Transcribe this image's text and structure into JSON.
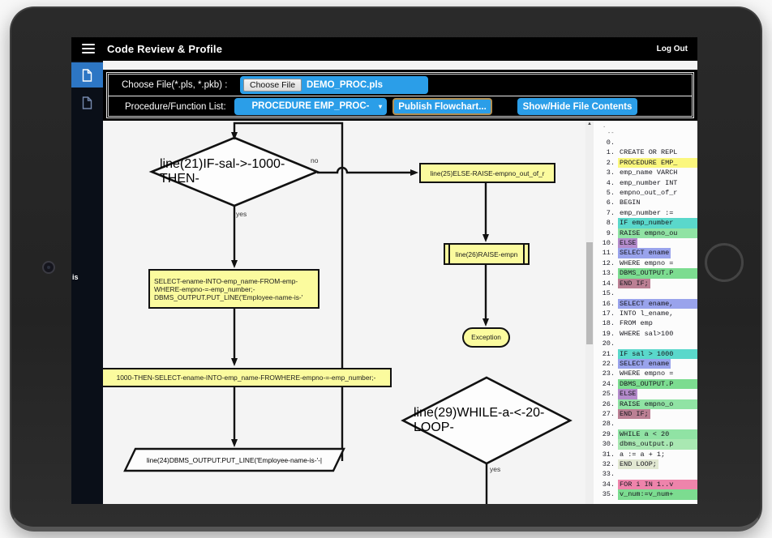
{
  "header": {
    "title": "Code Review & Profile",
    "logout_label": "Log Out"
  },
  "sidebar": {
    "clipped_label": "is"
  },
  "toolbar": {
    "file_row_label": "Choose File(*.pls, *.pkb) :",
    "choose_file_button": "Choose File",
    "file_name": "DEMO_PROC.pls",
    "proc_row_label": "Procedure/Function List:",
    "procedure_select_value": "PROCEDURE EMP_PROC-",
    "select_caret": "▾",
    "publish_button": "Publish Flowchart...",
    "toggle_button": "Show/Hide File Contents"
  },
  "flowchart": {
    "if_diamond": "line(21)IF-sal->-1000-THEN-",
    "no_label": "no",
    "yes_label_1": "yes",
    "yes_label_2": "yes",
    "else_box": "line(25)ELSE-RAISE-empno_out_of_r",
    "raise_box": "line(26)RAISE-empn",
    "exception_oval": "Exception",
    "while_diamond": "line(29)WHILE-a-<-20-LOOP-",
    "select_box": [
      "SELECT-ename-INTO-emp_name-FROM-emp-",
      "WHERE-empno-=-emp_number;-",
      "DBMS_OUTPUT.PUT_LINE('Employee-name-is-'"
    ],
    "wide_box": "1000-THEN-SELECT-ename-INTO-emp_name-FROWHERE-empno-=-emp_number;-",
    "output_parallelogram": "line(24)DBMS_OUTPUT.PUT_LINE('Employee-name-is-'-|"
  },
  "code_panel": {
    "fragments": [
      ".",
      "--"
    ],
    "scroll_up_arrow": "▲",
    "lines": [
      {
        "n": "0.",
        "text": "",
        "hl": null,
        "ext": false
      },
      {
        "n": "1.",
        "text": "CREATE OR REPL",
        "hl": null,
        "ext": false
      },
      {
        "n": "2.",
        "text": "PROCEDURE EMP_",
        "hl": "yellow",
        "ext": true
      },
      {
        "n": "3.",
        "text": "emp_name VARCH",
        "hl": null,
        "ext": false
      },
      {
        "n": "4.",
        "text": "emp_number INT",
        "hl": null,
        "ext": false
      },
      {
        "n": "5.",
        "text": "empno_out_of_r",
        "hl": null,
        "ext": false
      },
      {
        "n": "6.",
        "text": "BEGIN",
        "hl": null,
        "ext": false
      },
      {
        "n": "7.",
        "text": "emp_number :=",
        "hl": null,
        "ext": false
      },
      {
        "n": "8.",
        "text": "IF emp_number",
        "hl": "teal",
        "ext": true
      },
      {
        "n": "9.",
        "text": "RAISE empno_ou",
        "hl": "mint",
        "ext": true
      },
      {
        "n": "10.",
        "text": "ELSE",
        "hl": "purple",
        "ext": false
      },
      {
        "n": "11.",
        "text": "SELECT ename",
        "hl": "blue",
        "ext": false
      },
      {
        "n": "12.",
        "text": "WHERE empno =",
        "hl": null,
        "ext": false
      },
      {
        "n": "13.",
        "text": "DBMS_OUTPUT.P",
        "hl": "green",
        "ext": true
      },
      {
        "n": "14.",
        "text": "END IF;",
        "hl": "maroon",
        "ext": false
      },
      {
        "n": "15.",
        "text": "",
        "hl": null,
        "ext": false
      },
      {
        "n": "16.",
        "text": "SELECT ename,",
        "hl": "blue",
        "ext": true
      },
      {
        "n": "17.",
        "text": "INTO l_ename,",
        "hl": null,
        "ext": false
      },
      {
        "n": "18.",
        "text": "FROM emp",
        "hl": null,
        "ext": false
      },
      {
        "n": "19.",
        "text": "WHERE sal>100",
        "hl": null,
        "ext": false
      },
      {
        "n": "20.",
        "text": "",
        "hl": null,
        "ext": false
      },
      {
        "n": "21.",
        "text": "IF sal > 1000",
        "hl": "teal",
        "ext": true
      },
      {
        "n": "22.",
        "text": "SELECT ename",
        "hl": "blue",
        "ext": false
      },
      {
        "n": "23.",
        "text": "WHERE empno =",
        "hl": null,
        "ext": false
      },
      {
        "n": "24.",
        "text": "DBMS_OUTPUT.P",
        "hl": "green",
        "ext": true
      },
      {
        "n": "25.",
        "text": "ELSE",
        "hl": "purple",
        "ext": false
      },
      {
        "n": "26.",
        "text": "RAISE empno_o",
        "hl": "mint",
        "ext": true
      },
      {
        "n": "27.",
        "text": "END IF;",
        "hl": "maroon",
        "ext": false
      },
      {
        "n": "28.",
        "text": "",
        "hl": null,
        "ext": false
      },
      {
        "n": "29.",
        "text": "WHILE a < 20",
        "hl": "mint",
        "ext": true
      },
      {
        "n": "30.",
        "text": "dbms_output.p",
        "hl": "soft",
        "ext": true
      },
      {
        "n": "31.",
        "text": "a := a + 1;",
        "hl": null,
        "ext": false
      },
      {
        "n": "32.",
        "text": "END LOOP;",
        "hl": "pale",
        "ext": false
      },
      {
        "n": "33.",
        "text": "",
        "hl": null,
        "ext": false
      },
      {
        "n": "34.",
        "text": "FOR i IN 1..v",
        "hl": "pink",
        "ext": true
      },
      {
        "n": "35.",
        "text": "v_num:=v_num+",
        "hl": "green",
        "ext": true
      }
    ]
  },
  "colors": {
    "accent_blue": "#2b9ee8",
    "node_yellow": "#fbfb9e",
    "sidebar_active": "#2d76c4"
  }
}
